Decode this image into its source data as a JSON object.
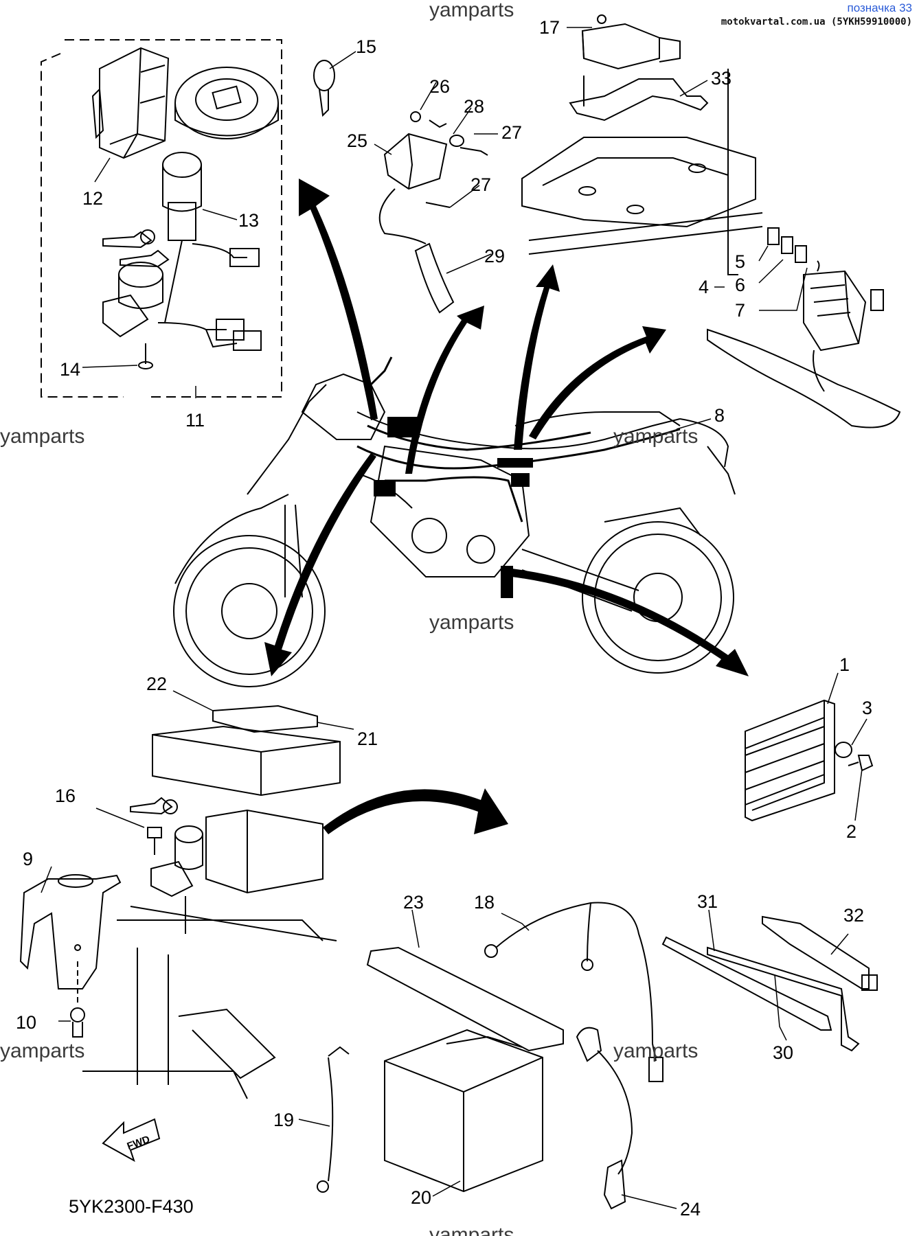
{
  "header": {
    "title": "позначка 33",
    "source": "motokvartal.com.ua (5YKH59910000)"
  },
  "diagram_code": "5YK2300-F430",
  "fwd_label": "FWD",
  "watermark": "yamparts",
  "callouts": [
    "1",
    "2",
    "3",
    "4",
    "5",
    "6",
    "7",
    "8",
    "9",
    "10",
    "11",
    "12",
    "13",
    "14",
    "15",
    "16",
    "17",
    "18",
    "19",
    "20",
    "21",
    "22",
    "23",
    "24",
    "25",
    "26",
    "27",
    "27",
    "28",
    "29",
    "30",
    "31",
    "32",
    "33"
  ],
  "colors": {
    "line": "#000000",
    "accent": "#2a5bd7",
    "watermark": "#3a3a3a"
  }
}
